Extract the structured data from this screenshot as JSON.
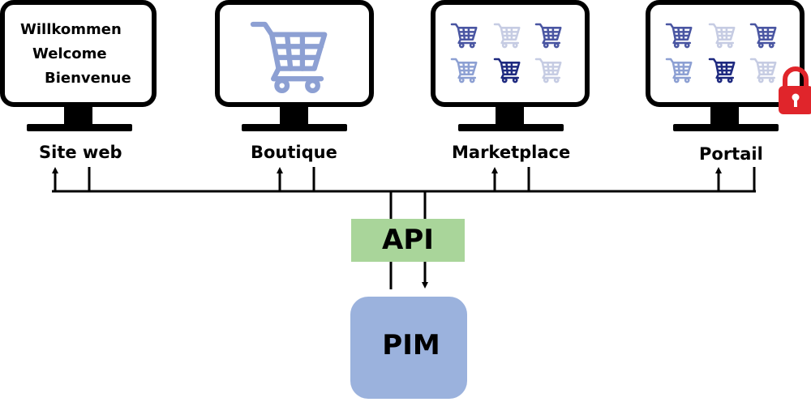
{
  "colors": {
    "cart_dark": "#1f2a80",
    "cart_mid": "#4a56a2",
    "cart_light": "#8da0d3",
    "cart_faint": "#c6cce3",
    "api_box": "#a9d59a",
    "pim_box": "#9bb2dd",
    "lock": "#e0252b"
  },
  "greetings": [
    "Willkommen",
    "Welcome",
    "Bienvenue"
  ],
  "targets": [
    {
      "label": "Site web",
      "icon": "greeting-text"
    },
    {
      "label": "Boutique",
      "icon": "shopping-cart-icon"
    },
    {
      "label": "Marketplace",
      "icon": "shopping-cart-grid-icon"
    },
    {
      "label": "Portail",
      "icon": "lock-icon"
    }
  ],
  "api": {
    "label": "API"
  },
  "pim": {
    "label": "PIM"
  }
}
